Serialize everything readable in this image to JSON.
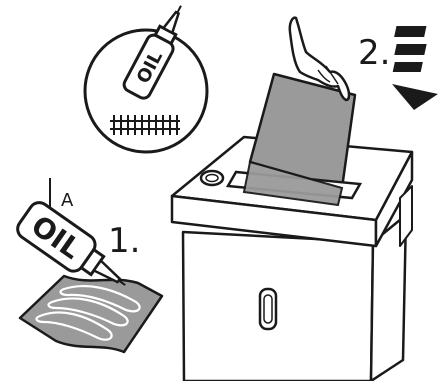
{
  "step_1": {
    "label": "1."
  },
  "step_2": {
    "label": "2."
  },
  "bottle_callout_letter": "A",
  "bottle_text": "OIL",
  "inset_bottle_text": "OIL",
  "colors": {
    "line": "#1a1a1a",
    "sheet": "#9a9a9a",
    "sheet_light": "#b8b8b8",
    "machine_fill": "#ffffff"
  }
}
